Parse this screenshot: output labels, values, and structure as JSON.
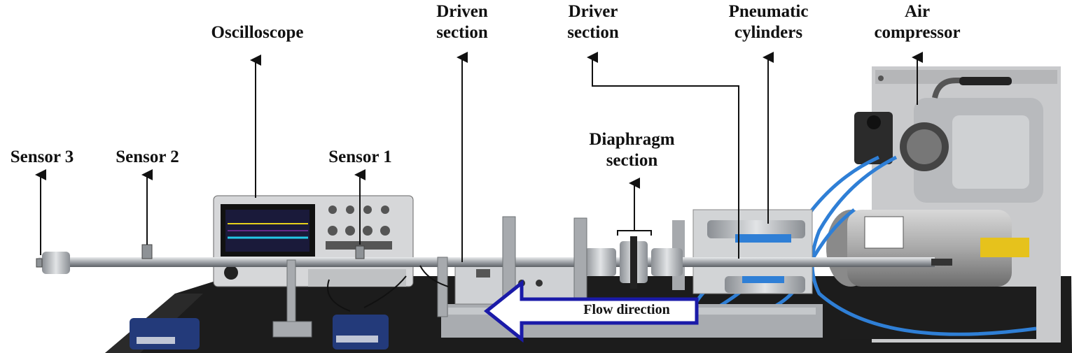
{
  "labels": {
    "oscilloscope": "Oscilloscope",
    "driven_section_l1": "Driven",
    "driven_section_l2": "section",
    "driver_section_l1": "Driver",
    "driver_section_l2": "section",
    "pneumatic_cylinders_l1": "Pneumatic",
    "pneumatic_cylinders_l2": "cylinders",
    "air_compressor_l1": "Air",
    "air_compressor_l2": "compressor",
    "sensor_3": "Sensor 3",
    "sensor_2": "Sensor 2",
    "sensor_1": "Sensor 1",
    "diaphragm_section_l1": "Diaphragm",
    "diaphragm_section_l2": "section",
    "flow_direction": "Flow direction"
  },
  "colors": {
    "arrow_outline": "#1a1aa8",
    "hose_blue": "#2f7fd6",
    "table_black": "#1a1a1a",
    "steel": "#b9bcc0"
  }
}
